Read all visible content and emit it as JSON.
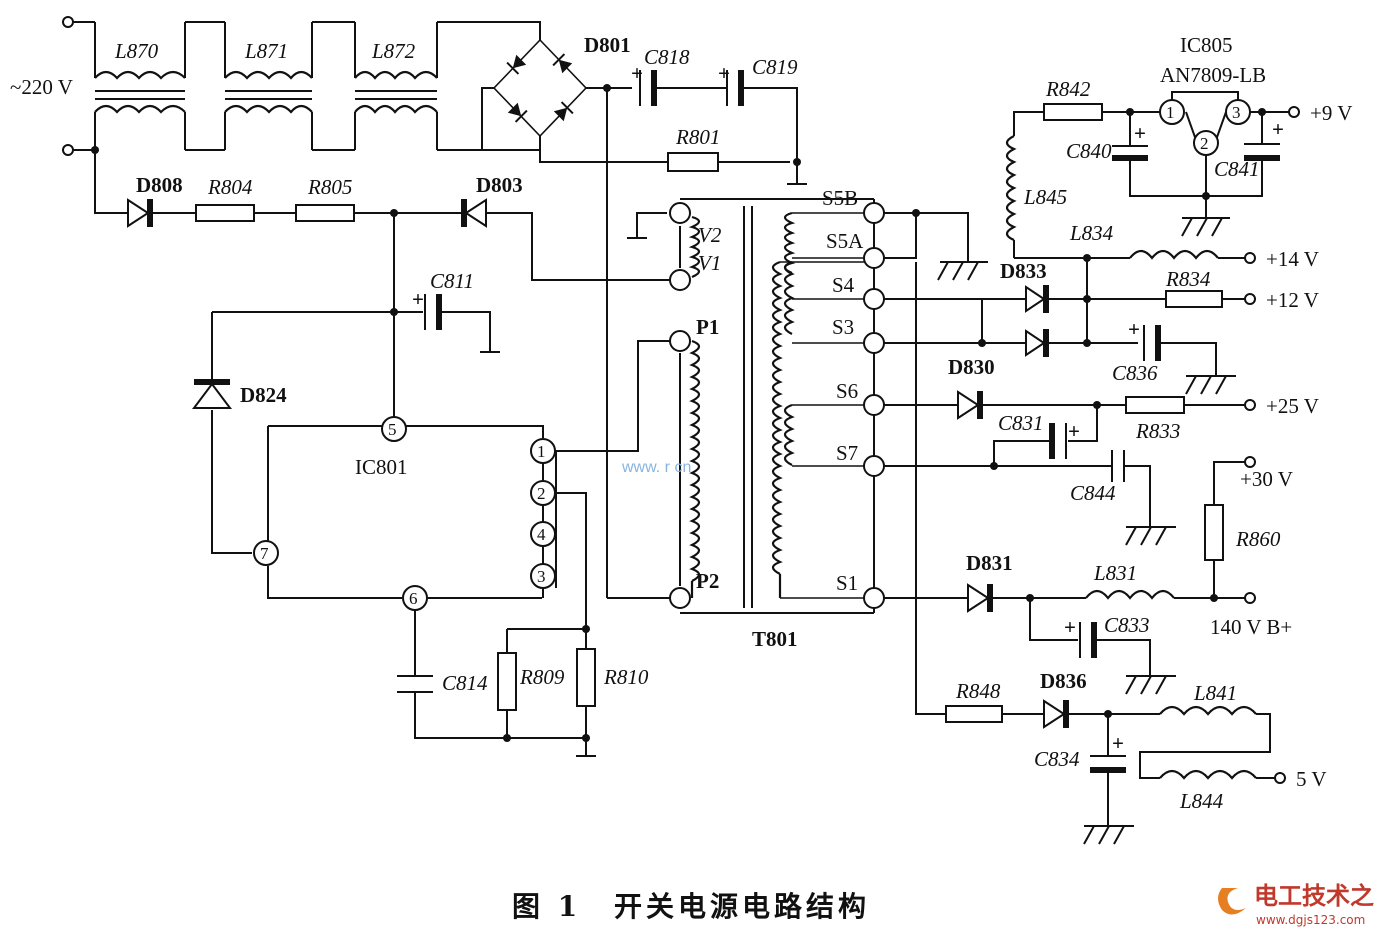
{
  "input": {
    "voltage": "~220 V"
  },
  "inductors": {
    "l870": "L870",
    "l871": "L871",
    "l872": "L872",
    "l845": "L845",
    "l834": "L834",
    "l831": "L831",
    "l841": "L841",
    "l844": "L844"
  },
  "diodes": {
    "d801": "D801",
    "d808": "D808",
    "d803": "D803",
    "d824": "D824",
    "d833": "D833",
    "d830": "D830",
    "d831": "D831",
    "d836": "D836"
  },
  "resistors": {
    "r804": "R804",
    "r805": "R805",
    "r801": "R801",
    "r842": "R842",
    "r834": "R834",
    "r833": "R833",
    "r860": "R860",
    "r848": "R848",
    "r809": "R809",
    "r810": "R810"
  },
  "capacitors": {
    "c818": "C818",
    "c819": "C819",
    "c811": "C811",
    "c840": "C840",
    "c841": "C841",
    "c836": "C836",
    "c831": "C831",
    "c844": "C844",
    "c833": "C833",
    "c834": "C834",
    "c814": "C814"
  },
  "ics": {
    "ic801": "IC801",
    "ic805": "IC805",
    "ic805_part": "AN7809-LB",
    "ic801_pins": [
      "5",
      "1",
      "2",
      "4",
      "3",
      "7",
      "6"
    ],
    "ic805_pins": [
      "1",
      "3",
      "2"
    ]
  },
  "transformer": {
    "name": "T801",
    "primary_taps": [
      "V2",
      "V1",
      "P1",
      "P2"
    ],
    "secondary_taps": [
      "S5B",
      "S5A",
      "S4",
      "S3",
      "S6",
      "S7",
      "S1"
    ]
  },
  "outputs": {
    "v9": "+9 V",
    "v14": "+14 V",
    "v12": "+12 V",
    "v25": "+25 V",
    "v30": "+30 V",
    "v140": "140 V B+",
    "v5": "5 V"
  },
  "caption": {
    "figure": "图 1",
    "title": "开关电源电路结构"
  },
  "watermark": {
    "brand": "电工技术之家",
    "site": "www.dgjs123.com",
    "faint": "www.  r  cn"
  }
}
